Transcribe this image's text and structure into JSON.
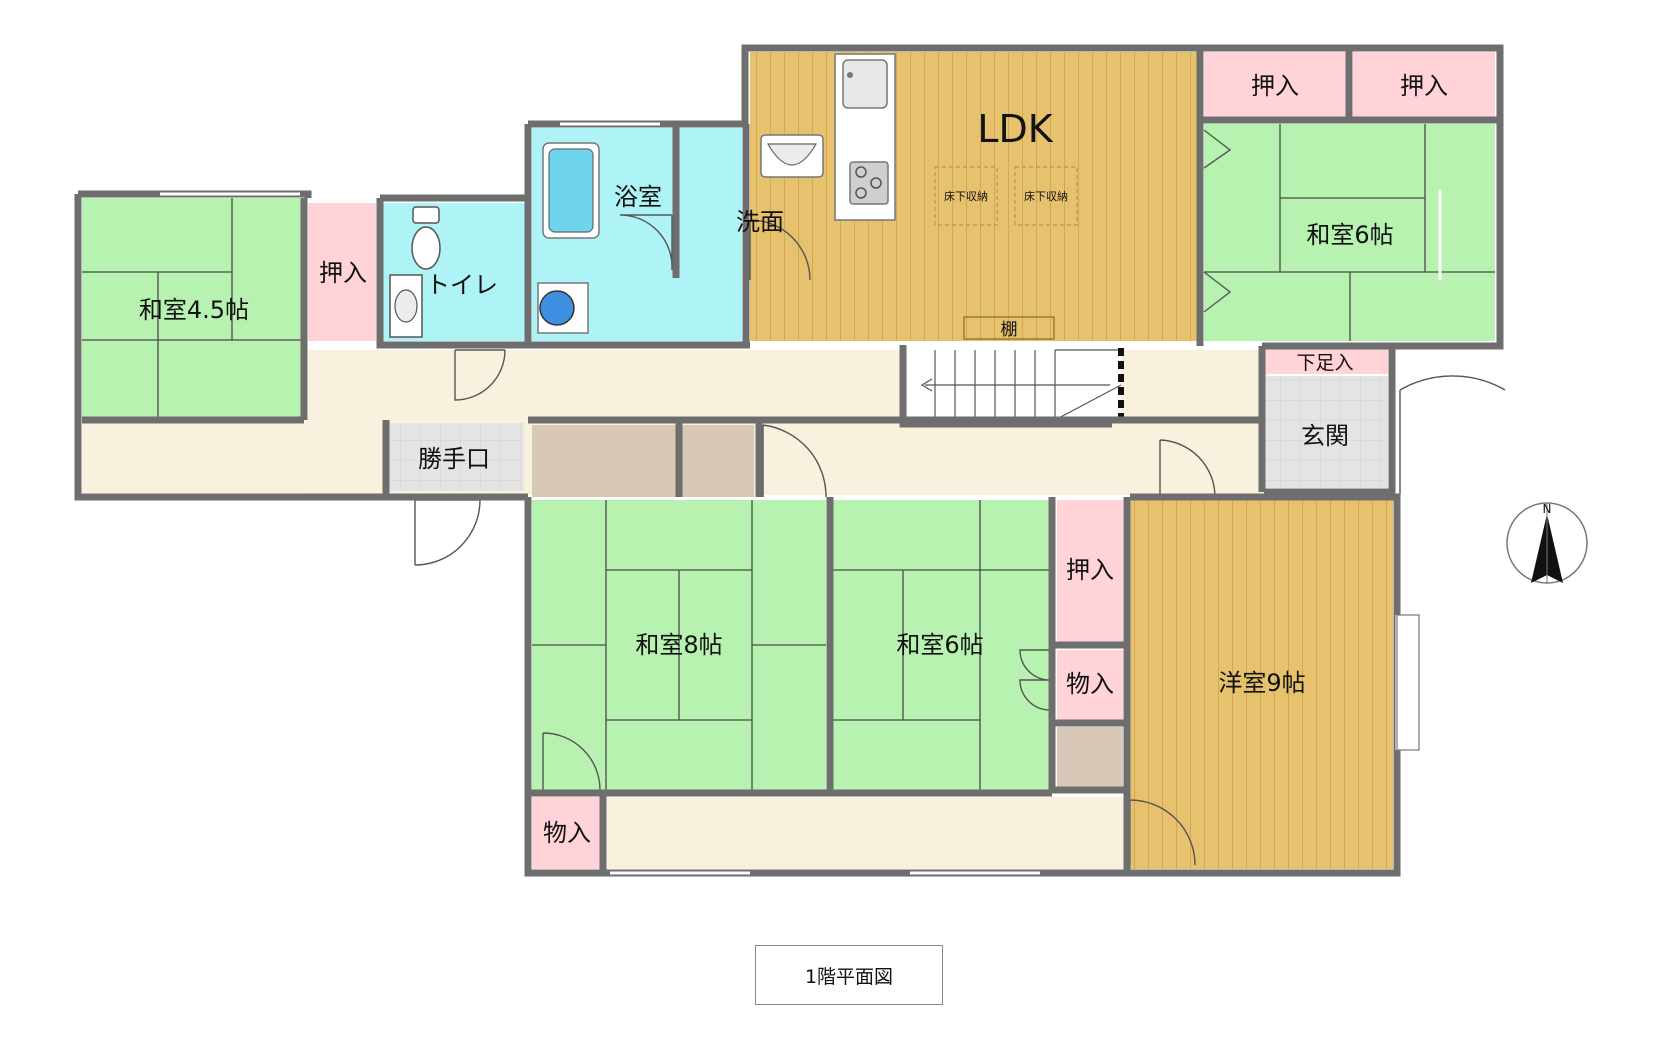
{
  "floor_title": "1階平面図",
  "compass": {
    "label": "N"
  },
  "rooms": {
    "ldk": "LDK",
    "ldk_storage_1": "床下収納",
    "ldk_storage_2": "床下収納",
    "ldk_shelf": "棚",
    "bath": "浴室",
    "washroom": "洗面",
    "toilet": "トイレ",
    "washitsu_45": "和室4.5帖",
    "oshiire_west": "押入",
    "oshiire_ne_1": "押入",
    "oshiire_ne_2": "押入",
    "washitsu_6_ne": "和室6帖",
    "shoe_box": "下足入",
    "genkan": "玄関",
    "katteguchi": "勝手口",
    "washitsu_8": "和室8帖",
    "washitsu_6_s": "和室6帖",
    "oshiire_mid": "押入",
    "mono_mid": "物入",
    "youshitsu_9": "洋室9帖",
    "mono_sw": "物入"
  },
  "colors": {
    "tatami": "#b8f2b0",
    "closet": "#ffd3d8",
    "water": "#aef3f6",
    "floor_wood": "#e7c26e",
    "corridor": "#f8f1de",
    "tile": "#e4e4e4",
    "storage_brown": "#d8c8b8",
    "wall": "#6e6e6e"
  }
}
